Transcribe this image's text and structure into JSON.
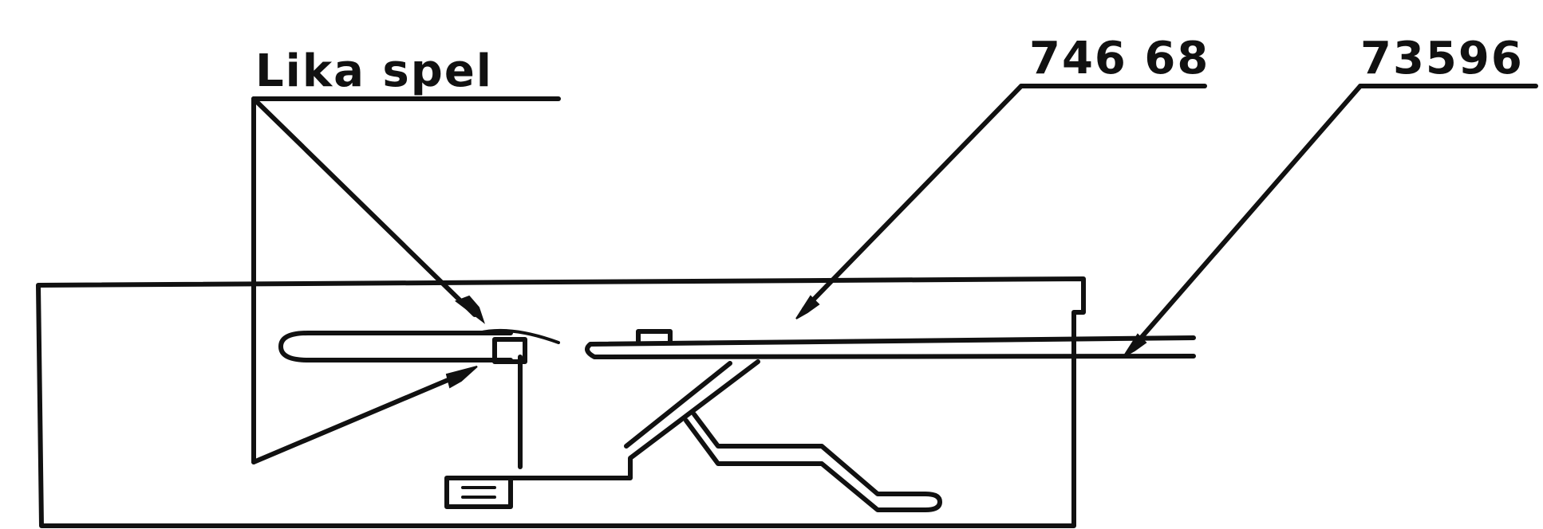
{
  "diagram": {
    "labels": {
      "clearance": "Lika spel",
      "part_a": "746 68",
      "part_b": "73596"
    },
    "colors": {
      "ink": "#111111",
      "paper": "#ffffff"
    }
  }
}
